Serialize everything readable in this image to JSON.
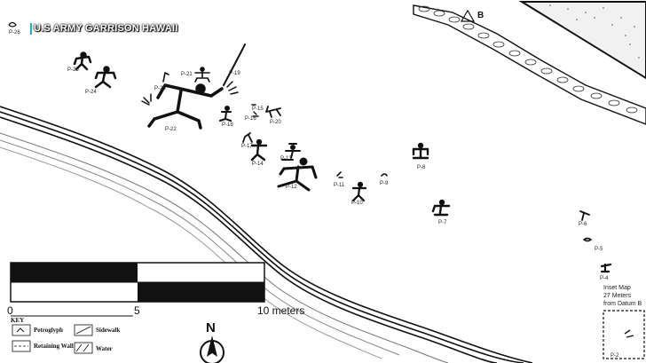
{
  "watermark": "U.S ARMY GARRISON HAWAII",
  "petroglyphs": [
    {
      "id": "P-26"
    },
    {
      "id": "P-25"
    },
    {
      "id": "P-24"
    },
    {
      "id": "P-23"
    },
    {
      "id": "P-21"
    },
    {
      "id": "P-19"
    },
    {
      "id": "P-22"
    },
    {
      "id": "P-18"
    },
    {
      "id": "P-16"
    },
    {
      "id": "P-15"
    },
    {
      "id": "P-20"
    },
    {
      "id": "P-17"
    },
    {
      "id": "P-14"
    },
    {
      "id": "P-13"
    },
    {
      "id": "P-12"
    },
    {
      "id": "P-11"
    },
    {
      "id": "P-10"
    },
    {
      "id": "P-9"
    },
    {
      "id": "P-8"
    },
    {
      "id": "P-7"
    },
    {
      "id": "P-6"
    },
    {
      "id": "P-5"
    },
    {
      "id": "P-4"
    },
    {
      "id": "P-2"
    }
  ],
  "point_marker": "B",
  "scale_bar": {
    "ticks": [
      "0",
      "5",
      "10 meters"
    ]
  },
  "north_label": "N",
  "key": {
    "title": "KEY",
    "items": [
      {
        "label": "Petroglyph"
      },
      {
        "label": "Sidewalk"
      },
      {
        "label": "Retaining Wall"
      },
      {
        "label": "Water"
      }
    ]
  },
  "inset": {
    "line1": "Inset Map",
    "line2": "27 Meters",
    "line3": "from Datum B"
  }
}
